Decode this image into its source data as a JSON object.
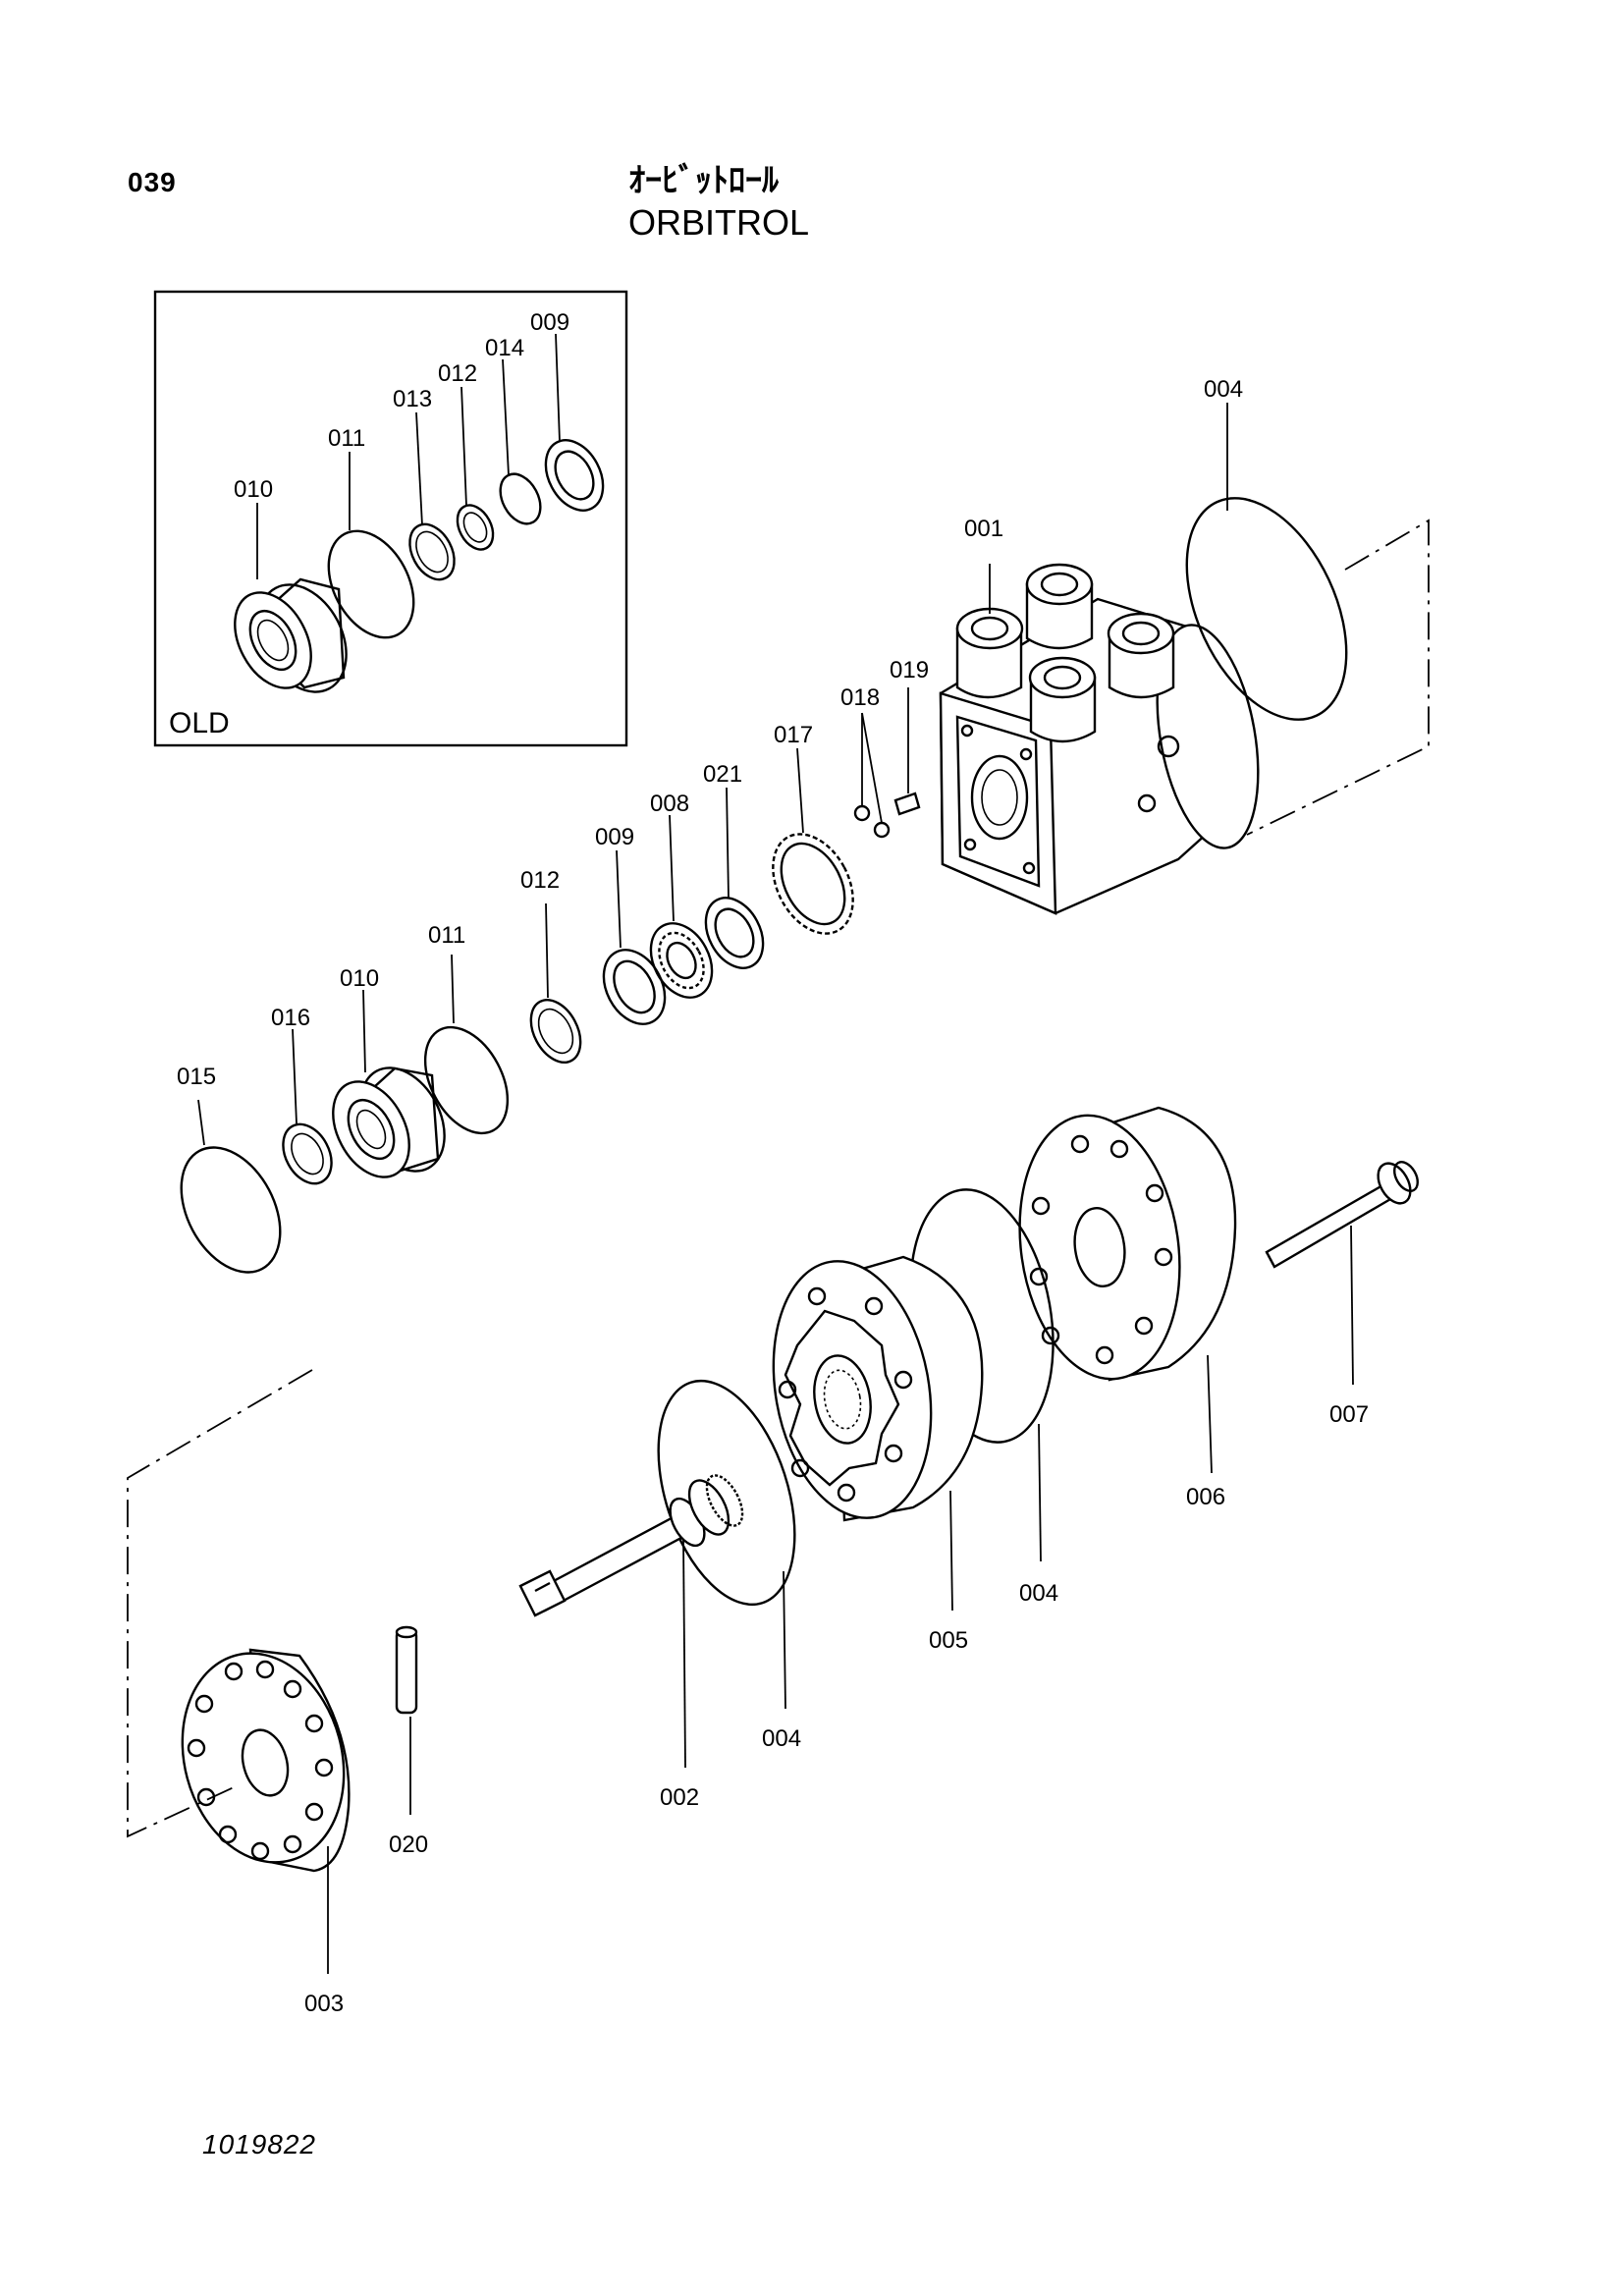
{
  "page_number": "039",
  "title": {
    "japanese": "ｵｰﾋﾞｯﾄﾛｰﾙ",
    "english": "ORBITROL"
  },
  "inset": {
    "label": "OLD"
  },
  "parts": {
    "p001": "001",
    "p002": "002",
    "p003": "003",
    "p004a": "004",
    "p004b": "004",
    "p004c": "004",
    "p005": "005",
    "p006": "006",
    "p007": "007",
    "p008": "008",
    "p009": "009",
    "p009_old": "009",
    "p010": "010",
    "p010_old": "010",
    "p011": "011",
    "p011_old": "011",
    "p012": "012",
    "p012_old": "012",
    "p013_old": "013",
    "p014_old": "014",
    "p015": "015",
    "p016": "016",
    "p017": "017",
    "p018": "018",
    "p019": "019",
    "p020": "020",
    "p021": "021"
  },
  "drawing_number": "1019822"
}
